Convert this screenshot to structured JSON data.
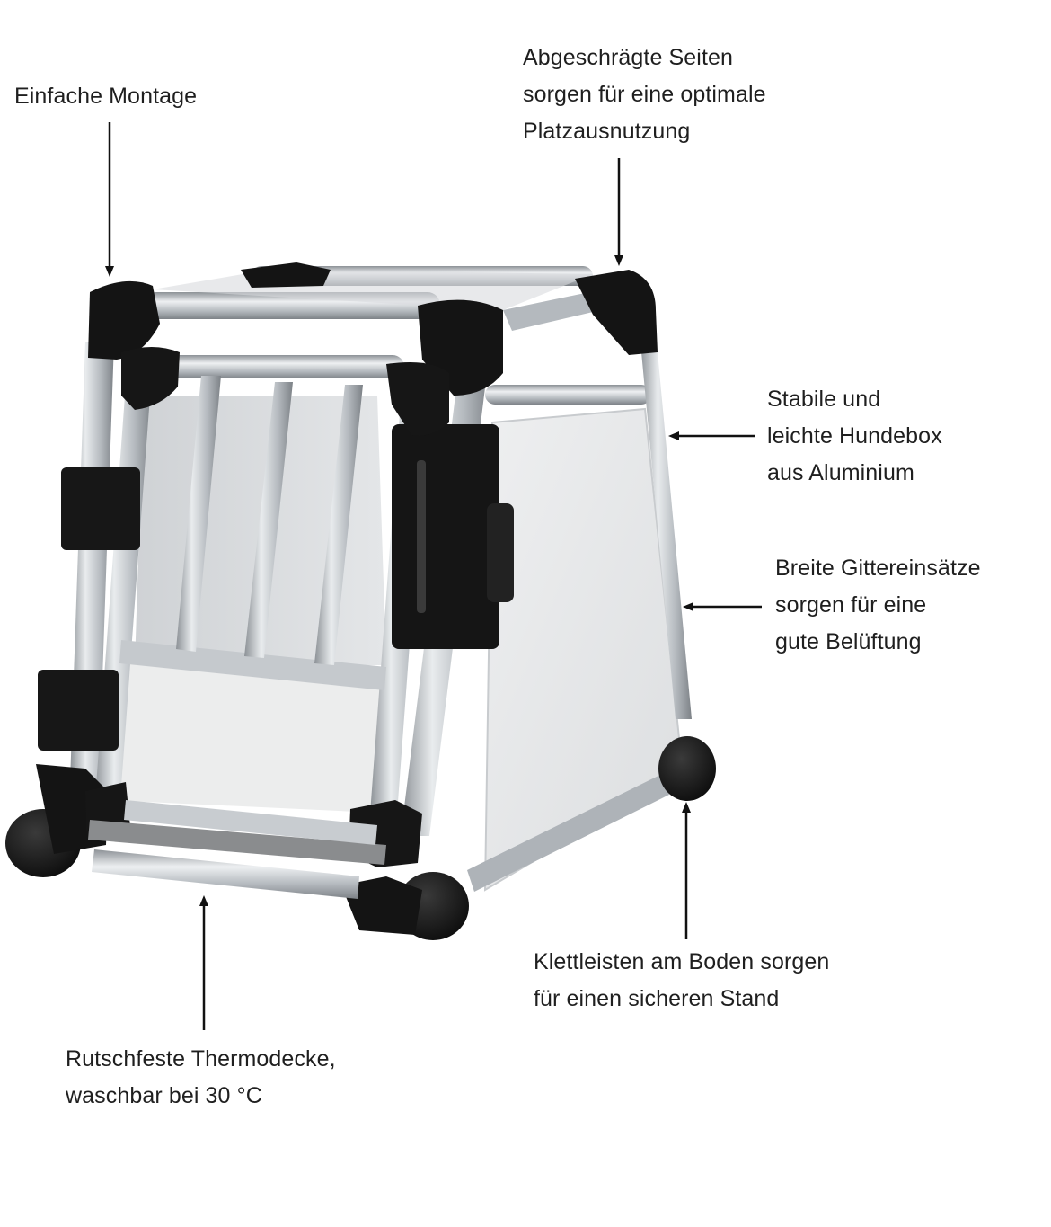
{
  "callouts": {
    "montage": "Einfache Montage",
    "seiten": "Abgeschrägte Seiten\nsorgen für eine optimale\nPlatzausnutzung",
    "stabil": "Stabile und\nleichte Hundebox\naus Aluminium",
    "gitter": "Breite Gittereinsätze\nsorgen für eine\ngute Belüftung",
    "klett": "Klettleisten am Boden sorgen\nfür einen sicheren Stand",
    "decke": "Rutschfeste Thermodecke,\nwaschbar bei 30 °C"
  },
  "product": {
    "name": "aluminium-dog-crate",
    "colors": {
      "frame": "#1b1b1b",
      "tube": "#b9bec3",
      "panel": "#e6e7e8",
      "arrow": "#111111"
    }
  }
}
